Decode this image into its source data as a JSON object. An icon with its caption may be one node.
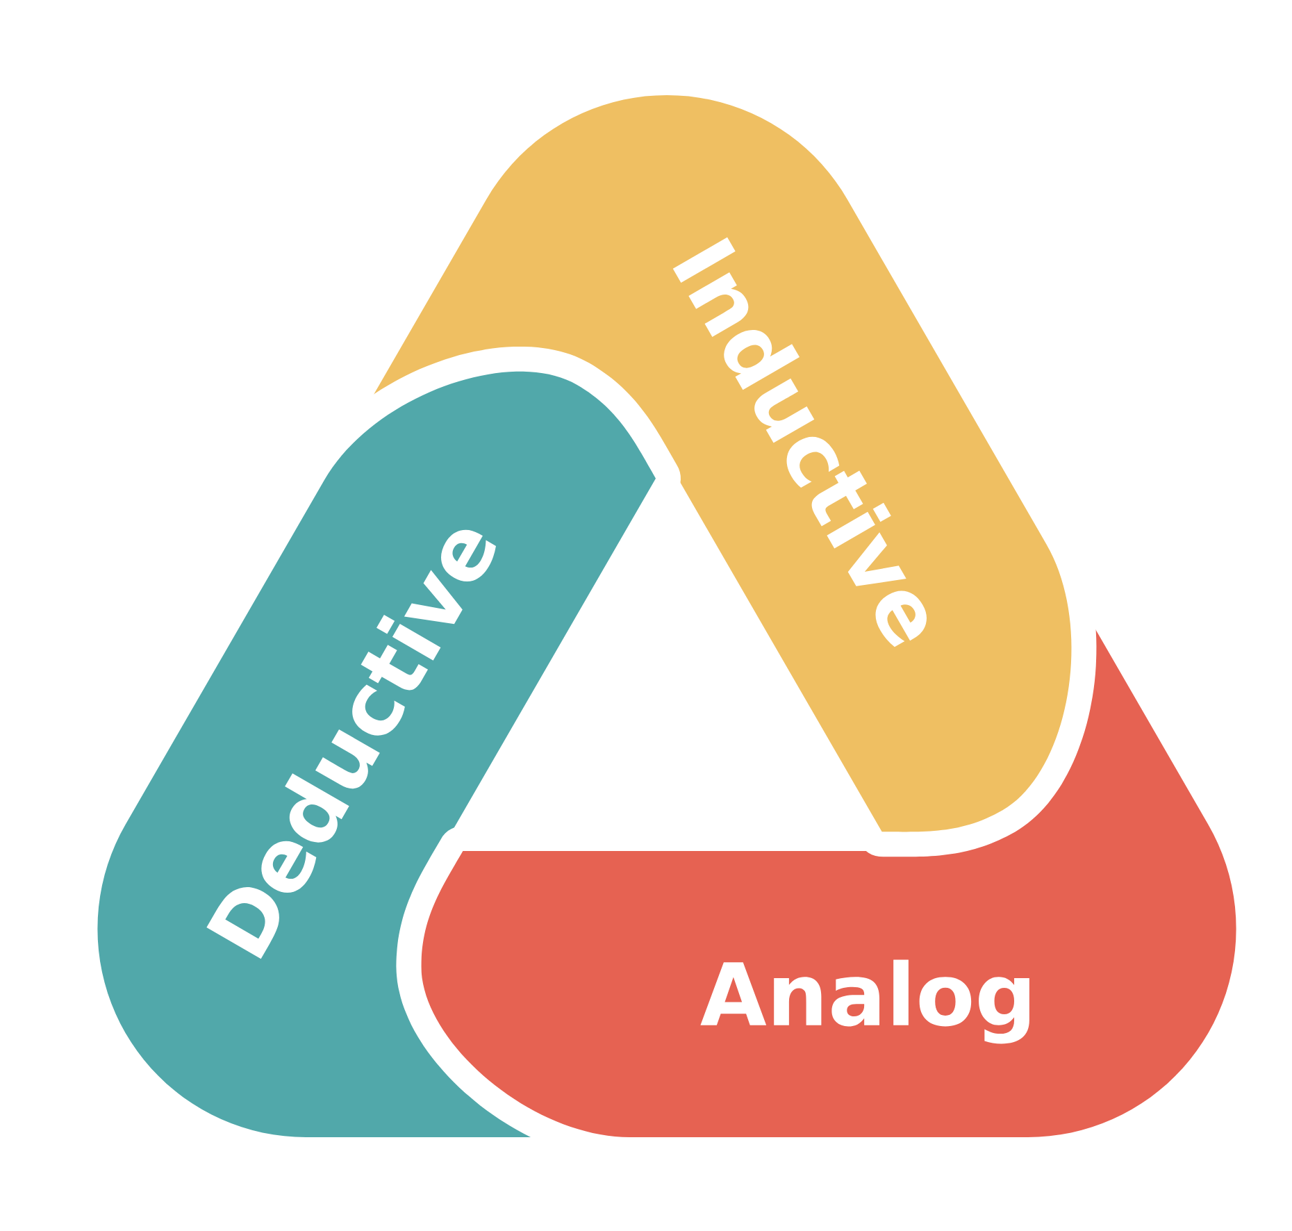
{
  "diagram": {
    "nodes": [
      {
        "text": [
          "Inductive"
        ]
      },
      {
        "text": [
          "Deductive"
        ]
      },
      {
        "text": [
          "Analog"
        ]
      }
    ]
  }
}
